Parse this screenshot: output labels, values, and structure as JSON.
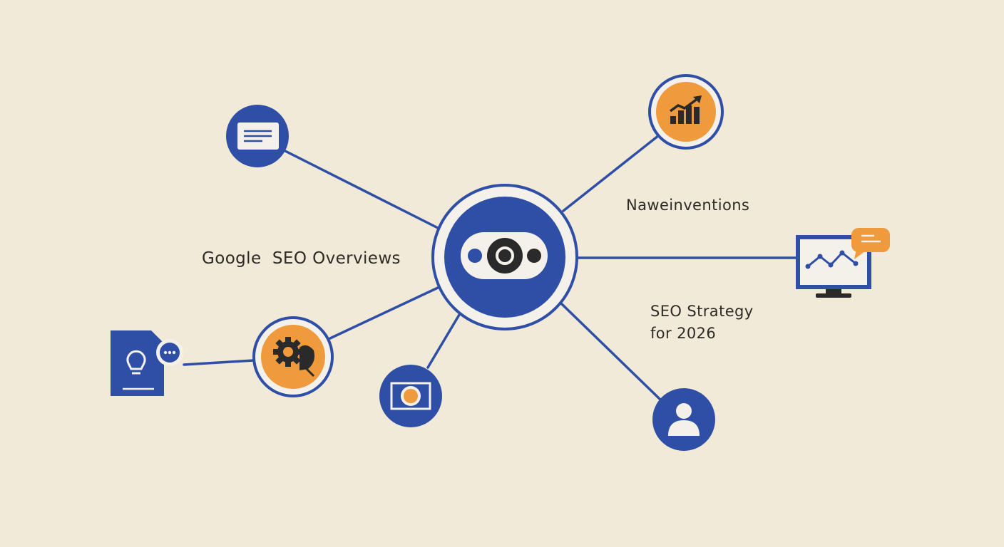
{
  "labels": {
    "google_seo": "Google  SEO Overviews",
    "naweinventions": "Naweinventions",
    "seo_strategy_line1": "SEO Strategy",
    "seo_strategy_line2": "for 2026"
  },
  "nodes": [
    {
      "name": "central-eye-hub",
      "icon": "eye-icon"
    },
    {
      "name": "message-card-node",
      "icon": "message-card-icon"
    },
    {
      "name": "growth-chart-node",
      "icon": "bar-chart-up-icon"
    },
    {
      "name": "monitor-node",
      "icon": "line-chart-monitor-icon"
    },
    {
      "name": "gear-node",
      "icon": "gear-icon"
    },
    {
      "name": "document-idea-node",
      "icon": "lightbulb-document-icon"
    },
    {
      "name": "media-node",
      "icon": "media-frame-icon"
    },
    {
      "name": "user-node",
      "icon": "user-icon"
    }
  ],
  "colors": {
    "background": "#f1ead9",
    "blue": "#2f4fa6",
    "orange": "#ef9a3d",
    "dark": "#2a2a2a",
    "light": "#f4f1ea"
  }
}
